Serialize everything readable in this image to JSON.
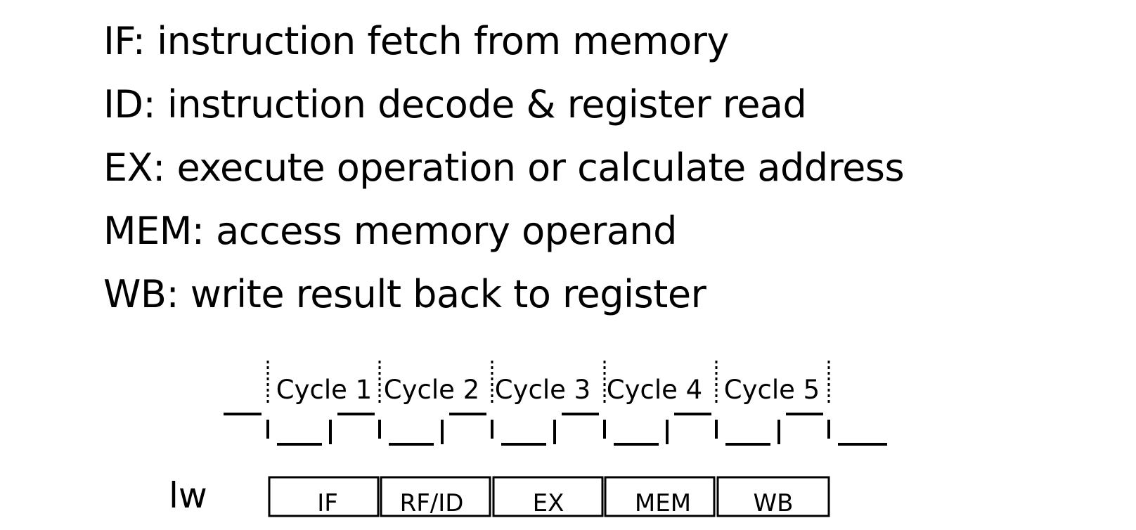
{
  "definitions": [
    {
      "text": "IF: instruction fetch from memory"
    },
    {
      "text": "ID: instruction decode & register read"
    },
    {
      "text": "EX: execute operation or calculate address"
    },
    {
      "text": "MEM: access memory operand"
    },
    {
      "text": "WB: write result back to register"
    }
  ],
  "timing": {
    "cycles": [
      "Cycle 1",
      "Cycle 2",
      "Cycle 3",
      "Cycle 4",
      "Cycle 5"
    ],
    "instruction": "lw",
    "stages": [
      "IF",
      "RF/ID",
      "EX",
      "MEM",
      "WB"
    ]
  }
}
